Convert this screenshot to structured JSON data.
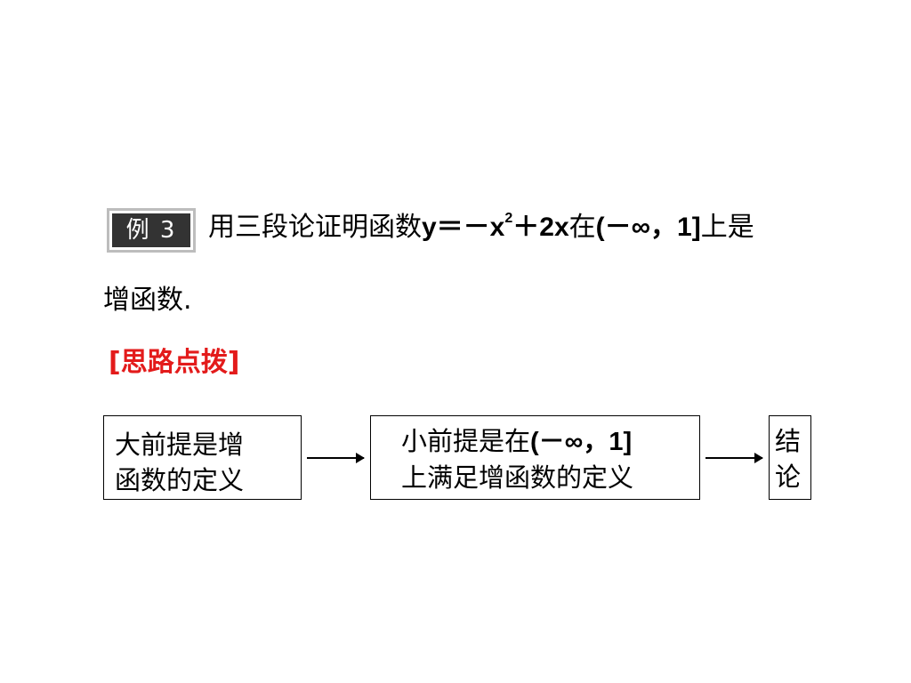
{
  "example": {
    "badge": "例 3"
  },
  "problem": {
    "line1_prefix": "用三段论证明函数",
    "line1_func_start": "y＝－x",
    "line1_exponent": "2",
    "line1_func_end": "＋2x",
    "line1_mid": "在",
    "line1_interval": "(－∞，1]",
    "line1_suffix": "上是",
    "line2": "增函数."
  },
  "hint": {
    "label": "[思路点拨]"
  },
  "flow": {
    "major": {
      "line1": "大前提是增",
      "line2": "函数的定义"
    },
    "minor": {
      "line1_text": "小前提是在",
      "line1_interval": "(－∞，1]",
      "line2": "上满足增函数的定义"
    },
    "conclusion": {
      "line1": "结",
      "line2": "论"
    }
  },
  "colors": {
    "hint": "#e31b1b",
    "badge_bg": "#333333",
    "badge_border": "#bdbdbd"
  }
}
